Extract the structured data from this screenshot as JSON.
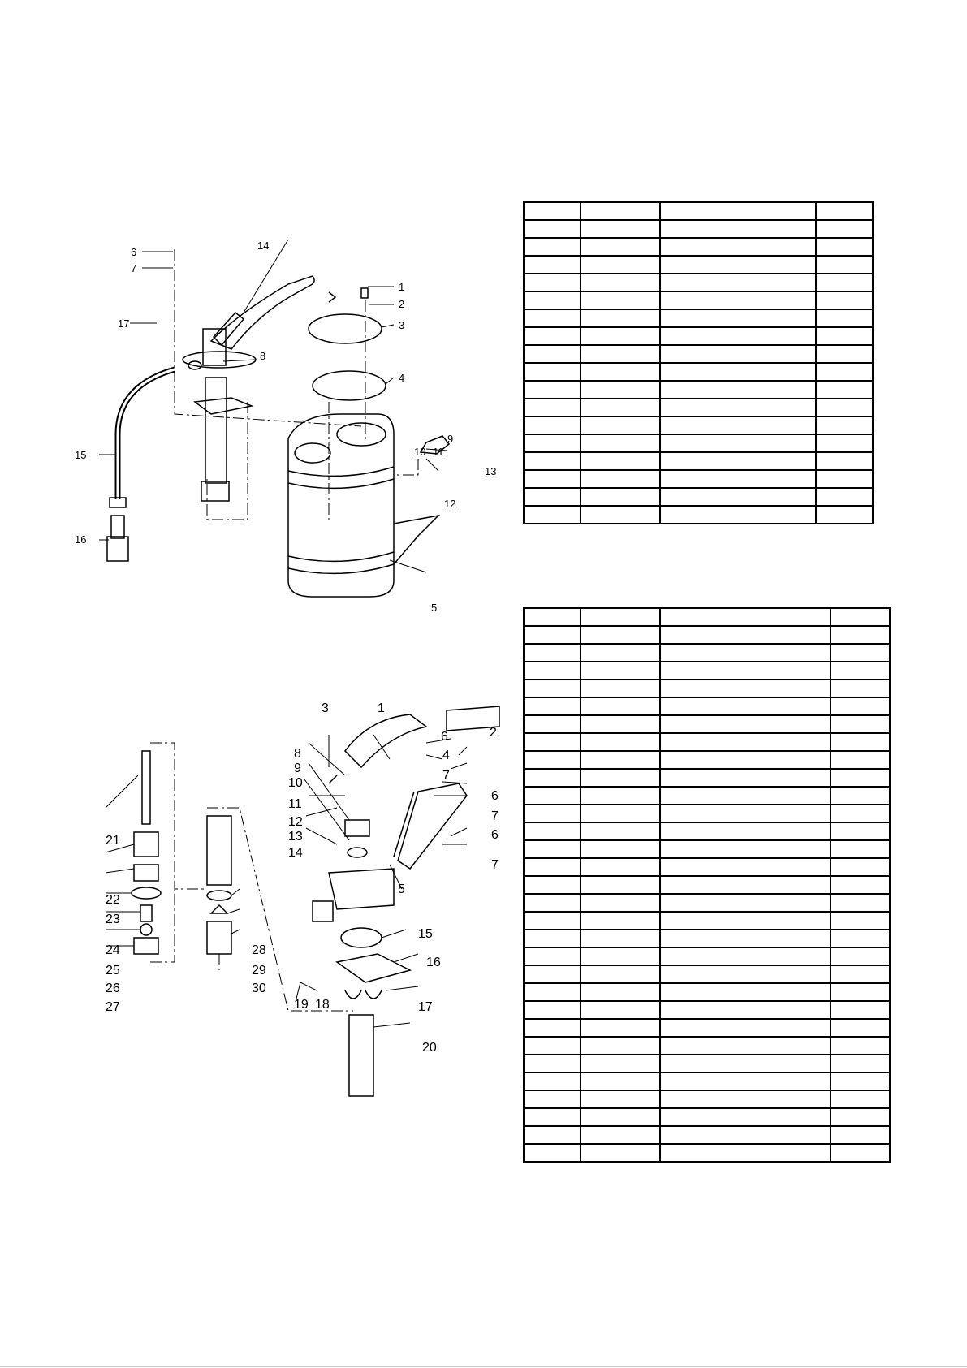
{
  "upper_diagram": {
    "callouts": [
      "1",
      "2",
      "3",
      "4",
      "5",
      "6",
      "7",
      "8",
      "9",
      "10",
      "11",
      "12",
      "13",
      "14",
      "15",
      "16",
      "17"
    ]
  },
  "lower_diagram": {
    "callouts": [
      "1",
      "2",
      "3",
      "4",
      "5",
      "6",
      "7",
      "6",
      "7",
      "6",
      "7",
      "8",
      "9",
      "10",
      "11",
      "12",
      "13",
      "14",
      "15",
      "16",
      "17",
      "18",
      "19",
      "20",
      "21",
      "22",
      "23",
      "24",
      "25",
      "26",
      "27",
      "28",
      "29",
      "30"
    ]
  },
  "upper_table": {
    "rows": 18,
    "cols": 4
  },
  "lower_table": {
    "rows": 31,
    "cols": 4
  }
}
